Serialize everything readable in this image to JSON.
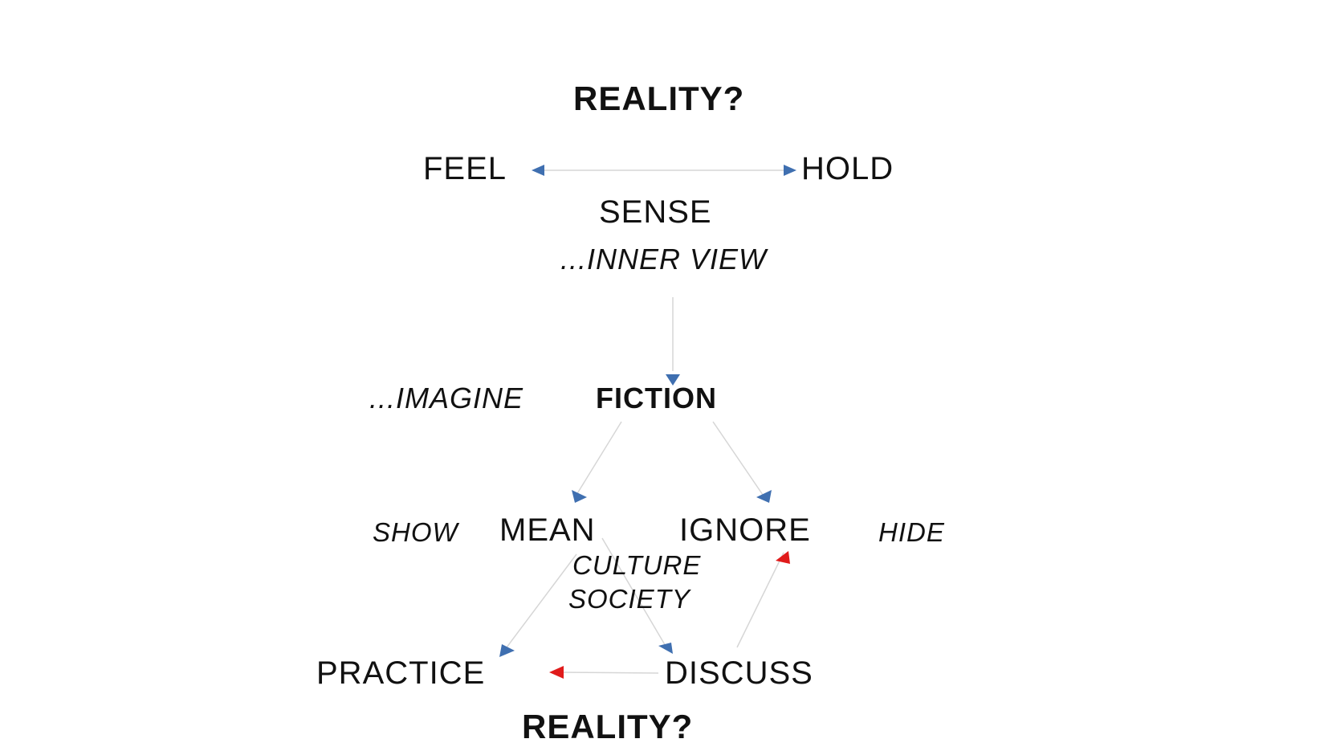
{
  "diagram": {
    "labels": {
      "reality_top": "REALITY?",
      "feel": "FEEL",
      "hold": "HOLD",
      "sense": "SENSE",
      "inner_view": "...INNER VIEW",
      "imagine": "...IMAGINE",
      "fiction": "FICTION",
      "show": "SHOW",
      "mean": "MEAN",
      "ignore": "IGNORE",
      "hide": "HIDE",
      "culture": "CULTURE",
      "society": "SOCIETY",
      "practice": "PRACTICE",
      "discuss": "DISCUSS",
      "reality_bottom": "REALITY?"
    },
    "colors": {
      "text": "#111111",
      "connector": "#d6d6d6",
      "arrow_blue": "#3f6fb0",
      "arrow_red": "#e01b1b"
    }
  }
}
